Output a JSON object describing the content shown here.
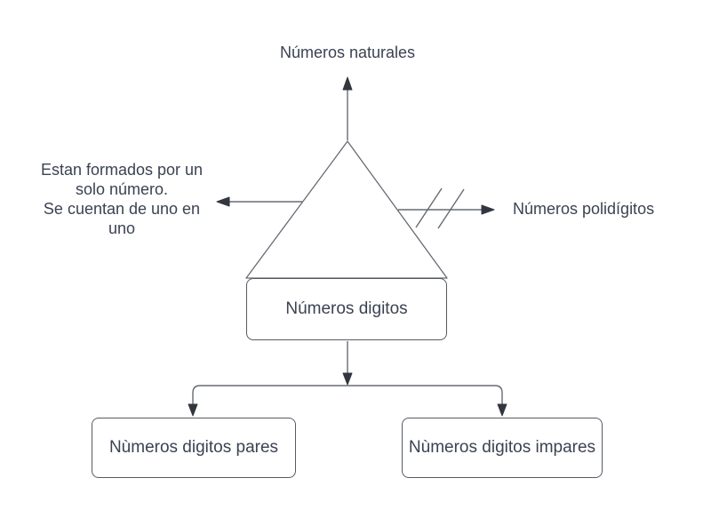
{
  "labels": {
    "top": "Números naturales",
    "left_note": "Estan formados por un\nsolo número.\nSe cuentan de uno en\nuno",
    "right": "Números polidígitos"
  },
  "boxes": {
    "center": "Números digitos",
    "bottom_left": "Nùmeros digitos pares",
    "bottom_right": "Nùmeros digitos impares"
  },
  "colors": {
    "background": "#ffffff",
    "line": "#666b73",
    "arrowhead": "#32363f",
    "box_border": "#565b63",
    "text": "#3b4252"
  }
}
